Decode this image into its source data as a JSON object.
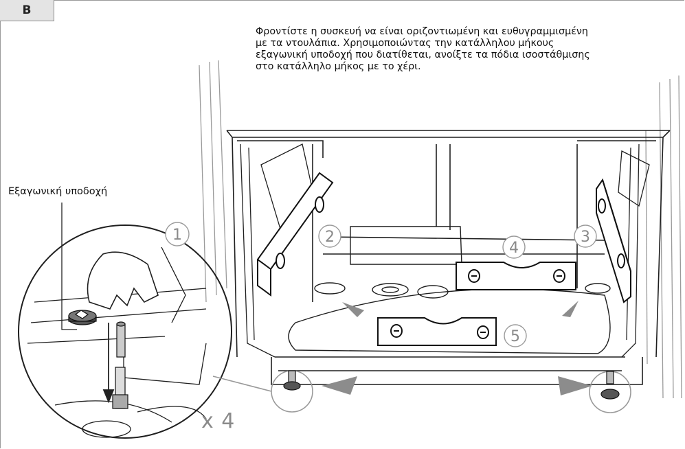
{
  "section": {
    "label": "B"
  },
  "instruction": {
    "lines": [
      "Φροντίστε η συσκευή να είναι οριζοντιωμένη και ευθυγραμμισμένη",
      "με τα ντουλάπια. Χρησιμοποιώντας την κατάλληλου μήκους",
      "εξαγωνική υποδοχή που διατίθεται, ανοίξτε τα πόδια ισοστάθμισης",
      "στο κατάλληλο μήκος με το χέρι."
    ]
  },
  "callout": {
    "label": "Εξαγωνική υποδοχή"
  },
  "quantity": {
    "label": "x 4"
  },
  "steps": [
    "1",
    "2",
    "3",
    "4",
    "5"
  ],
  "colors": {
    "line": "#1f1f1f",
    "grey_line": "#9a9a9a",
    "callout_grey": "#8a8a8a",
    "arrow_grey": "#8c8c8c"
  }
}
